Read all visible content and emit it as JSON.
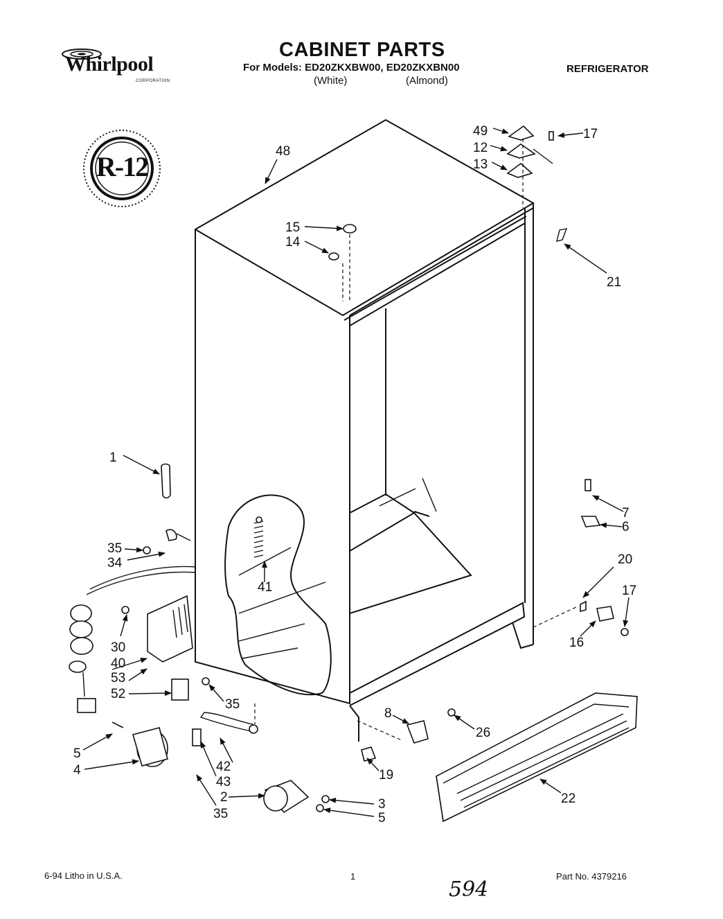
{
  "brand": {
    "logo_text": "Whirlpool",
    "logo_subtext": "CORPORATION",
    "seal_text": "R-12"
  },
  "header": {
    "title": "CABINET PARTS",
    "models_line": "For Models: ED20ZKXBW00, ED20ZKXBN00",
    "color_white": "(White)",
    "color_almond": "(Almond)",
    "category": "REFRIGERATOR"
  },
  "callouts": [
    {
      "id": "c48",
      "label": "48"
    },
    {
      "id": "c49",
      "label": "49"
    },
    {
      "id": "c17a",
      "label": "17"
    },
    {
      "id": "c12",
      "label": "12"
    },
    {
      "id": "c13",
      "label": "13"
    },
    {
      "id": "c15",
      "label": "15"
    },
    {
      "id": "c14",
      "label": "14"
    },
    {
      "id": "c21",
      "label": "21"
    },
    {
      "id": "c1",
      "label": "1"
    },
    {
      "id": "c7",
      "label": "7"
    },
    {
      "id": "c6",
      "label": "6"
    },
    {
      "id": "c35a",
      "label": "35"
    },
    {
      "id": "c34",
      "label": "34"
    },
    {
      "id": "c41",
      "label": "41"
    },
    {
      "id": "c20",
      "label": "20"
    },
    {
      "id": "c17b",
      "label": "17"
    },
    {
      "id": "c30",
      "label": "30"
    },
    {
      "id": "c16",
      "label": "16"
    },
    {
      "id": "c40",
      "label": "40"
    },
    {
      "id": "c53",
      "label": "53"
    },
    {
      "id": "c52",
      "label": "52"
    },
    {
      "id": "c35b",
      "label": "35"
    },
    {
      "id": "c8",
      "label": "8"
    },
    {
      "id": "c26",
      "label": "26"
    },
    {
      "id": "c5a",
      "label": "5"
    },
    {
      "id": "c4",
      "label": "4"
    },
    {
      "id": "c42",
      "label": "42"
    },
    {
      "id": "c43",
      "label": "43"
    },
    {
      "id": "c19",
      "label": "19"
    },
    {
      "id": "c22",
      "label": "22"
    },
    {
      "id": "c2",
      "label": "2"
    },
    {
      "id": "c35c",
      "label": "35"
    },
    {
      "id": "c3",
      "label": "3"
    },
    {
      "id": "c5b",
      "label": "5"
    }
  ],
  "footer": {
    "date_print": "6-94  Litho in U.S.A.",
    "page_number": "1",
    "part_number": "Part No. 4379216",
    "handwritten_note": "594"
  }
}
